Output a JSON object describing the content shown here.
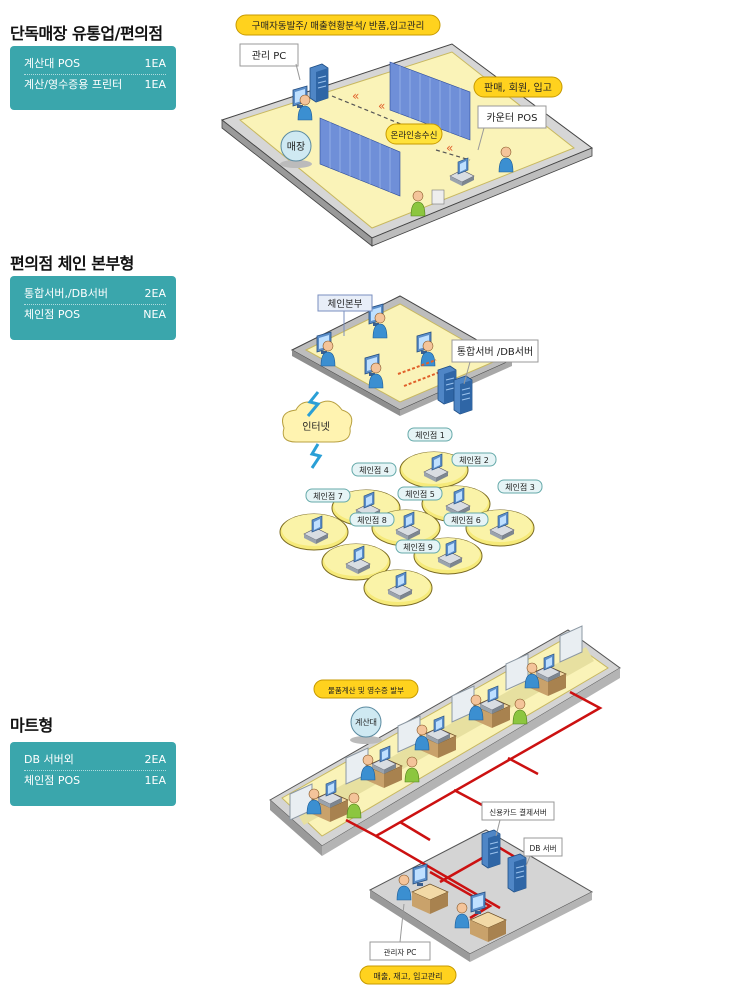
{
  "sections": [
    {
      "title": "단독매장 유통업/편의점",
      "specs": [
        {
          "name": "계산대 POS",
          "qty": "1EA"
        },
        {
          "name": "계산/영수증용 프린터",
          "qty": "1EA"
        }
      ]
    },
    {
      "title": "편의점 체인 본부형",
      "specs": [
        {
          "name": "통합서버,/DB서버",
          "qty": "2EA"
        },
        {
          "name": "체인점 POS",
          "qty": "NEA"
        }
      ]
    },
    {
      "title": "마트형",
      "specs": [
        {
          "name": "DB 서버외",
          "qty": "2EA"
        },
        {
          "name": "체인점 POS",
          "qty": "1EA"
        }
      ]
    }
  ],
  "diagram1": {
    "top_label": "구매자동발주/ 매출현황분석/ 반품,입고관리",
    "admin_pc": "관리 PC",
    "sales_label": "판매, 회원, 입고",
    "counter_pos": "카운터 POS",
    "online": "온라인송수신",
    "store": "매장"
  },
  "diagram2": {
    "hq": "체인본부",
    "server": "통합서버 /DB서버",
    "internet": "인터넷",
    "stores": [
      "체인점 1",
      "체인점 2",
      "체인점 3",
      "체인점 4",
      "체인점 5",
      "체인점 6",
      "체인점 7",
      "체인점 8",
      "체인점 9"
    ]
  },
  "diagram3": {
    "receipt_label": "물품계산 및 영수증 발부",
    "counter": "계산대",
    "card_server": "신용카드 결제서버",
    "db_server": "DB 서버",
    "admin_pc": "관리자 PC",
    "bottom_label": "매출, 재고, 입고관리"
  },
  "colors": {
    "teal": "#3aa6ac",
    "floor": "#faf3b8",
    "pill_yellow": "#ffd21e",
    "link_red": "#cc1111",
    "blue_pc": "#4f86c6"
  }
}
